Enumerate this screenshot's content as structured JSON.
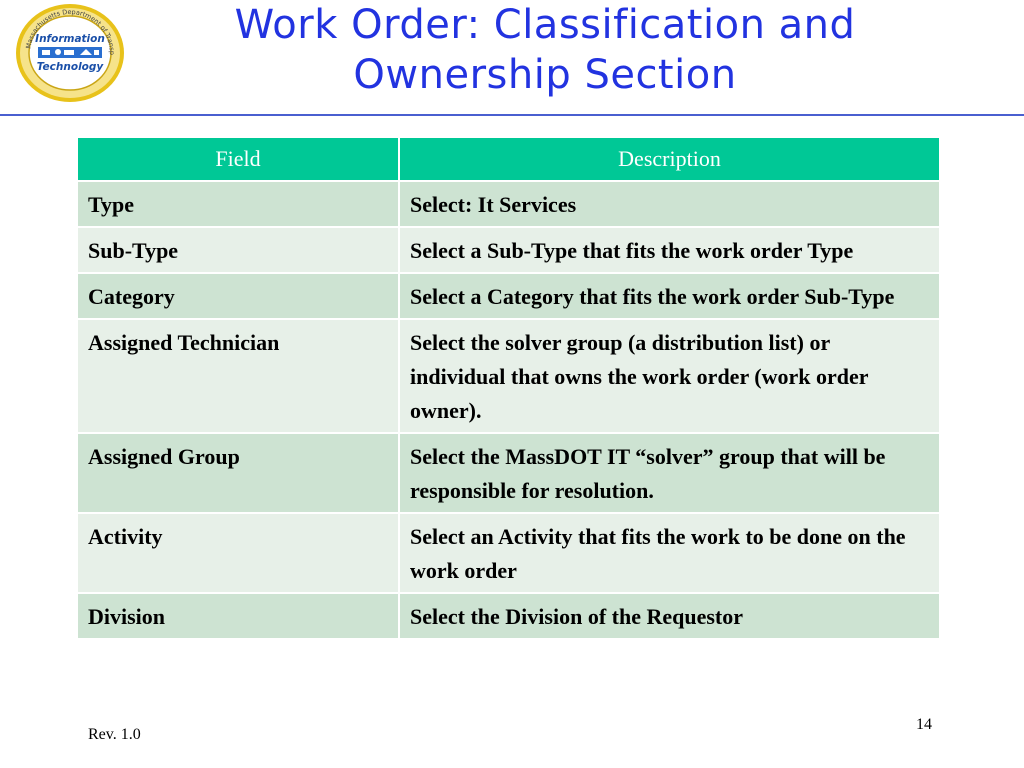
{
  "logo": {
    "ring_text": "Massachusetts Department of Transportation",
    "line1": "Information",
    "line2": "Technology",
    "colors": {
      "ring": "#e8c21a",
      "inner": "#ffffff",
      "text": "#1a4fa8"
    }
  },
  "title": {
    "line1": "Work Order: Classification and",
    "line2": "Ownership Section"
  },
  "table": {
    "headers": [
      "Field",
      "Description"
    ],
    "rows": [
      {
        "field": "Type",
        "description": "Select: It Services"
      },
      {
        "field": "Sub-Type",
        "description": "Select a Sub-Type that fits the work order Type"
      },
      {
        "field": "Category",
        "description": "Select a Category that fits the work order Sub-Type"
      },
      {
        "field": "Assigned Technician",
        "description": "Select the solver group (a distribution list) or individual that owns the work order (work order owner)."
      },
      {
        "field": "Assigned Group",
        "description": "Select the MassDOT IT “solver” group that will be responsible for resolution."
      },
      {
        "field": "Activity",
        "description": "Select an Activity that fits the work to be done on the work order"
      },
      {
        "field": "Division",
        "description": "Select the Division of the Requestor"
      }
    ]
  },
  "colors": {
    "title": "#2233e0",
    "header_bg": "#00c896",
    "row_odd": "#cde3d2",
    "row_even": "#e7f0e8"
  },
  "footer": {
    "revision": "Rev. 1.0",
    "page_number": "14"
  }
}
